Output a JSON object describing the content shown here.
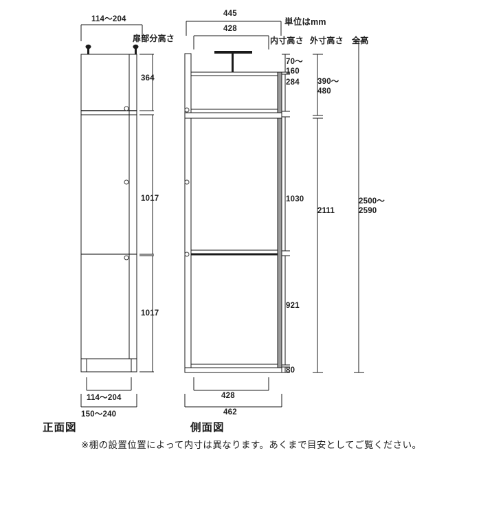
{
  "diagram": {
    "units_note": "単位はmm",
    "headers": {
      "door_height": "扉部分高さ",
      "inner_height": "内寸高さ",
      "outer_height": "外寸高さ",
      "total_height": "全高"
    },
    "front_view": {
      "caption": "正面図",
      "top_width": "114〜204",
      "bottom_width_inner": "114〜204",
      "bottom_width_outer": "150〜240",
      "door_heights": [
        "364",
        "1017",
        "1017"
      ]
    },
    "side_view": {
      "caption": "側面図",
      "top_width_outer": "445",
      "top_width_inner": "428",
      "bottom_width_inner": "428",
      "bottom_width_outer": "462",
      "inner_heights": {
        "adjust_range": "70〜\n160",
        "upper_box": "284",
        "middle_box": "1030",
        "lower_box": "921",
        "base": "80"
      },
      "outer_heights": {
        "upper_unit": "390〜\n480",
        "lower_unit": "2111"
      },
      "total_height": "2500〜\n2590"
    },
    "footnote": "※棚の設置位置によって内寸は異なります。あくまで目安としてご覧ください。"
  }
}
